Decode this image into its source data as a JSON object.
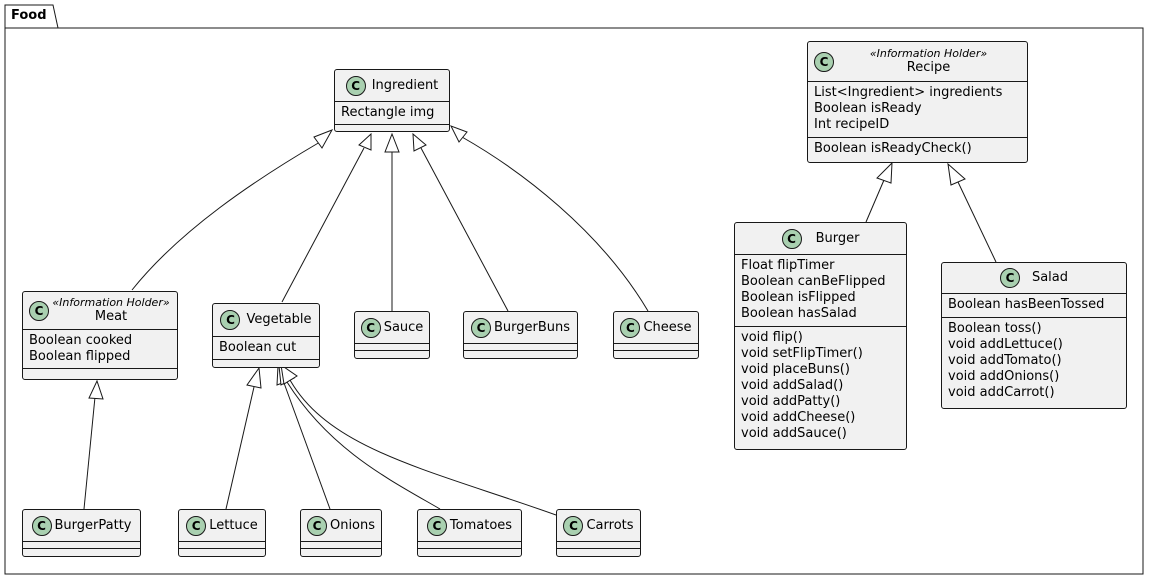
{
  "package": {
    "name": "Food"
  },
  "classes": {
    "ingredient": {
      "name": "Ingredient",
      "icon": "class-c-icon",
      "attributes": [
        "Rectangle img"
      ],
      "methods": []
    },
    "recipe": {
      "name": "Recipe",
      "stereotype": "«Information Holder»",
      "icon": "class-c-icon",
      "attributes": [
        "List<Ingredient> ingredients",
        "Boolean isReady",
        "Int recipeID"
      ],
      "methods": [
        "Boolean isReadyCheck()"
      ]
    },
    "meat": {
      "name": "Meat",
      "stereotype": "«Information Holder»",
      "icon": "class-c-icon",
      "attributes": [
        "Boolean cooked",
        "Boolean flipped"
      ],
      "methods": []
    },
    "vegetable": {
      "name": "Vegetable",
      "icon": "class-c-icon",
      "attributes": [
        "Boolean cut"
      ],
      "methods": []
    },
    "sauce": {
      "name": "Sauce",
      "icon": "class-c-icon"
    },
    "burgerbuns": {
      "name": "BurgerBuns",
      "icon": "class-c-icon"
    },
    "cheese": {
      "name": "Cheese",
      "icon": "class-c-icon"
    },
    "burger": {
      "name": "Burger",
      "icon": "class-c-icon",
      "attributes": [
        "Float flipTimer",
        "Boolean canBeFlipped",
        "Boolean isFlipped",
        "Boolean hasSalad"
      ],
      "methods": [
        "void flip()",
        "void setFlipTimer()",
        "void placeBuns()",
        "void addSalad()",
        "void addPatty()",
        "void addCheese()",
        "void addSauce()"
      ]
    },
    "salad": {
      "name": "Salad",
      "icon": "class-c-icon",
      "attributes": [
        "Boolean hasBeenTossed"
      ],
      "methods": [
        "Boolean toss()",
        "void addLettuce()",
        "void addTomato()",
        "void addOnions()",
        "void addCarrot()"
      ]
    },
    "burgerpatty": {
      "name": "BurgerPatty",
      "icon": "class-c-icon"
    },
    "lettuce": {
      "name": "Lettuce",
      "icon": "class-c-icon"
    },
    "onions": {
      "name": "Onions",
      "icon": "class-c-icon"
    },
    "tomatoes": {
      "name": "Tomatoes",
      "icon": "class-c-icon"
    },
    "carrots": {
      "name": "Carrots",
      "icon": "class-c-icon"
    }
  },
  "relations": [
    {
      "type": "inheritance",
      "from": "Meat",
      "to": "Ingredient"
    },
    {
      "type": "inheritance",
      "from": "Vegetable",
      "to": "Ingredient"
    },
    {
      "type": "inheritance",
      "from": "Sauce",
      "to": "Ingredient"
    },
    {
      "type": "inheritance",
      "from": "BurgerBuns",
      "to": "Ingredient"
    },
    {
      "type": "inheritance",
      "from": "Cheese",
      "to": "Ingredient"
    },
    {
      "type": "inheritance",
      "from": "Burger",
      "to": "Recipe"
    },
    {
      "type": "inheritance",
      "from": "Salad",
      "to": "Recipe"
    },
    {
      "type": "inheritance",
      "from": "BurgerPatty",
      "to": "Meat"
    },
    {
      "type": "inheritance",
      "from": "Lettuce",
      "to": "Vegetable"
    },
    {
      "type": "inheritance",
      "from": "Onions",
      "to": "Vegetable"
    },
    {
      "type": "inheritance",
      "from": "Tomatoes",
      "to": "Vegetable"
    },
    {
      "type": "inheritance",
      "from": "Carrots",
      "to": "Vegetable"
    }
  ],
  "colors": {
    "class_fill": "#f1f1f1",
    "badge_fill": "#a9d0b0",
    "line": "#181818",
    "background": "#ffffff"
  }
}
